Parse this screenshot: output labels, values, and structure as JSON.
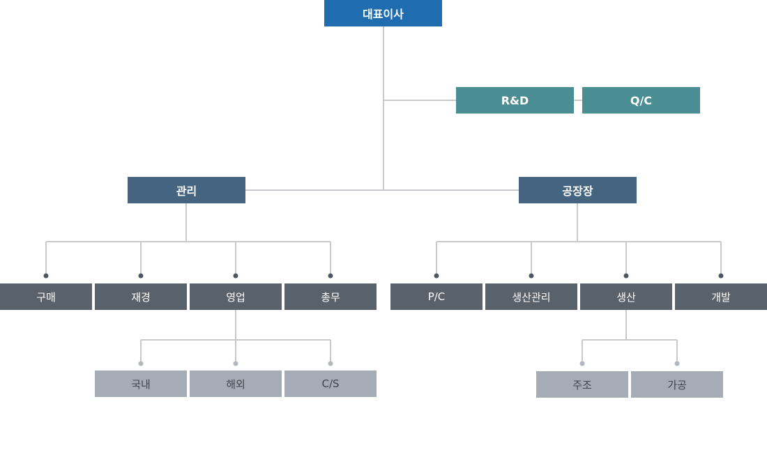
{
  "org": {
    "ceo": "대표이사",
    "rnd": "R&D",
    "qc": "Q/C",
    "management": "관리",
    "plant": "공장장",
    "management_depts": [
      "구매",
      "재경",
      "영업",
      "총무"
    ],
    "plant_depts": [
      "P/C",
      "생산관리",
      "생산",
      "개발"
    ],
    "sales_subs": [
      "국내",
      "해외",
      "C/S"
    ],
    "production_subs": [
      "주조",
      "가공"
    ]
  },
  "colors": {
    "ceo": "#1f6db0",
    "rnd_qc": "#4a8d92",
    "division": "#44647f",
    "department": "#59616b",
    "sub_department": "#a5acb5",
    "connector": "#c7c9cc",
    "dot": "#4d5661"
  }
}
